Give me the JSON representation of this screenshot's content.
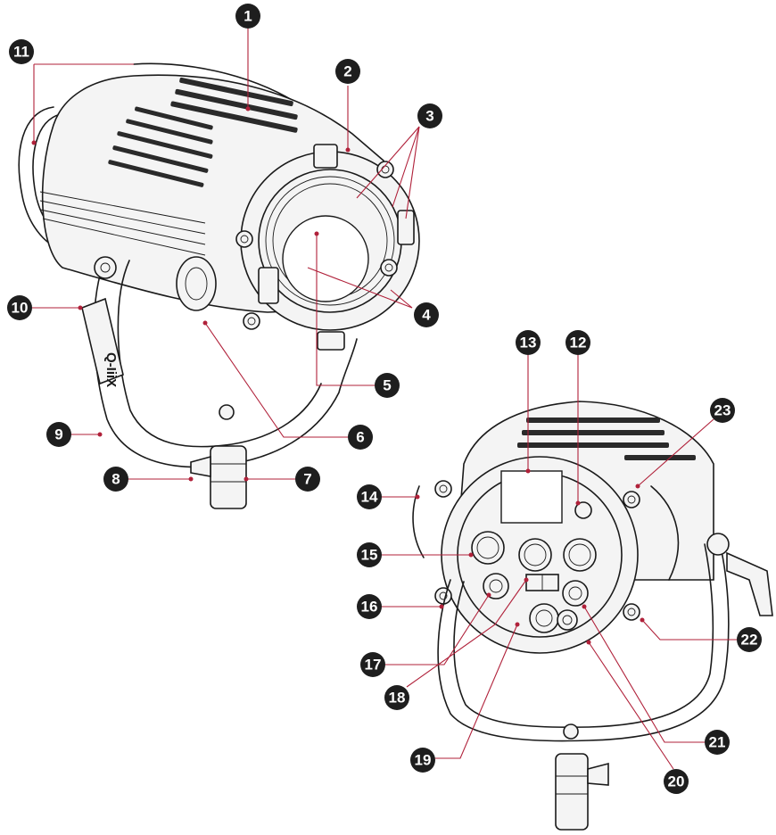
{
  "diagram": {
    "brand_mark": "Q-IiiX",
    "accent_color": "#b0213a",
    "badge_color": "#1e1e1e",
    "callouts": [
      {
        "num": "1"
      },
      {
        "num": "2"
      },
      {
        "num": "3"
      },
      {
        "num": "4"
      },
      {
        "num": "5"
      },
      {
        "num": "6"
      },
      {
        "num": "7"
      },
      {
        "num": "8"
      },
      {
        "num": "9"
      },
      {
        "num": "10"
      },
      {
        "num": "11"
      },
      {
        "num": "12"
      },
      {
        "num": "13"
      },
      {
        "num": "14"
      },
      {
        "num": "15"
      },
      {
        "num": "16"
      },
      {
        "num": "17"
      },
      {
        "num": "18"
      },
      {
        "num": "19"
      },
      {
        "num": "20"
      },
      {
        "num": "21"
      },
      {
        "num": "22"
      },
      {
        "num": "23"
      }
    ]
  }
}
